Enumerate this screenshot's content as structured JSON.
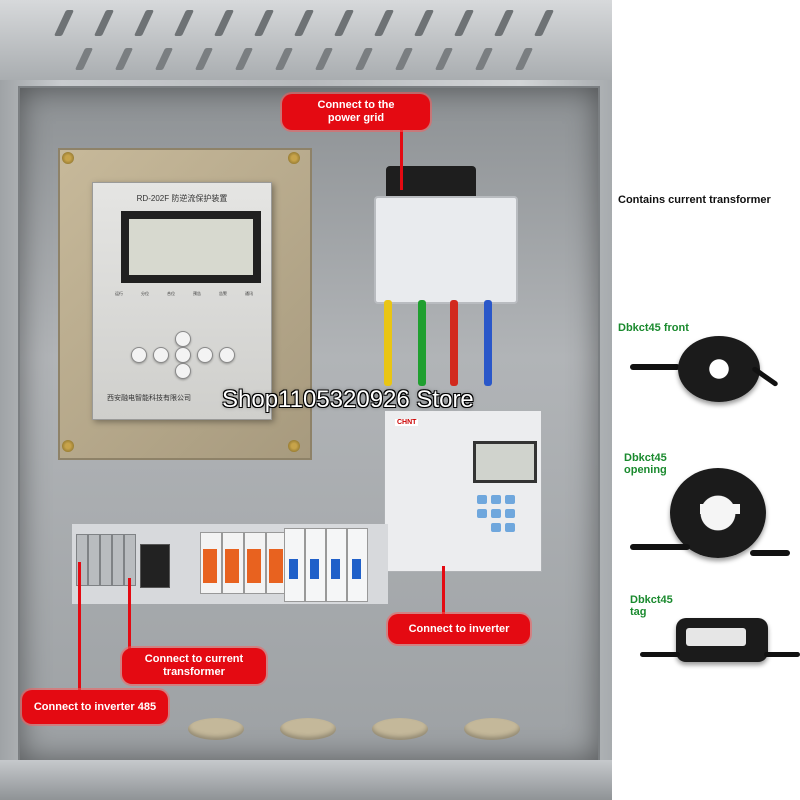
{
  "photo": {
    "callouts": {
      "power_grid": "Connect to the\npower grid",
      "inverter": "Connect to inverter",
      "current_transformer": "Connect to current\ntransformer",
      "inverter_485": "Connect to inverter 485"
    },
    "device": {
      "model": "RD-202F 防逆流保护装置",
      "manufacturer": "西安融电智能科技有限公司",
      "indicators": [
        "运行",
        "分位",
        "合位",
        "预告",
        "告警",
        "通讯"
      ]
    },
    "meter_brand": "CHNT",
    "watermark": "Shop1105320926 Store"
  },
  "side_panel": {
    "title": "Contains current transformer",
    "items": [
      {
        "label": "Dbkct45 front"
      },
      {
        "label": "Dbkct45\nopening"
      },
      {
        "label": "Dbkct45\ntag"
      }
    ]
  },
  "colors": {
    "callout_red": "#e40a12",
    "label_green": "#1a8a2e"
  }
}
